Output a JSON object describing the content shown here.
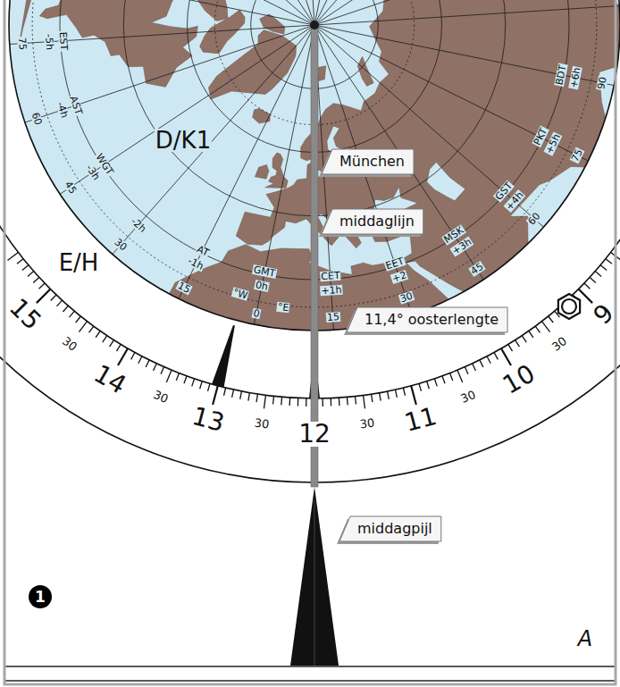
{
  "diagram": {
    "nodes": [
      {
        "text": [
          "München"
        ]
      },
      {
        "text": [
          "middaglijn"
        ]
      },
      {
        "text": [
          "11,4° oosterlengte"
        ]
      },
      {
        "text": [
          "middagpijl"
        ]
      }
    ],
    "labels": [
      "D/K1",
      "E/H",
      "EST",
      "-5h",
      "AST",
      "-4h",
      "WGT",
      "-3h",
      "-2h",
      "AT",
      "-1h",
      "GMT",
      "0h",
      "CET",
      "+1h",
      "EET",
      "+2",
      "MSK",
      "+3h",
      "GST",
      "+4h",
      "PKT",
      "+5h",
      "BDT",
      "+6h",
      "75",
      "60",
      "45",
      "30",
      "15",
      "0",
      "°W",
      "°E",
      "15",
      "30",
      "45",
      "60",
      "75",
      "90",
      "15",
      "30",
      "14",
      "30",
      "13",
      "30",
      "12",
      "30",
      "11",
      "30",
      "10",
      "30",
      "9",
      "1",
      "A"
    ]
  }
}
